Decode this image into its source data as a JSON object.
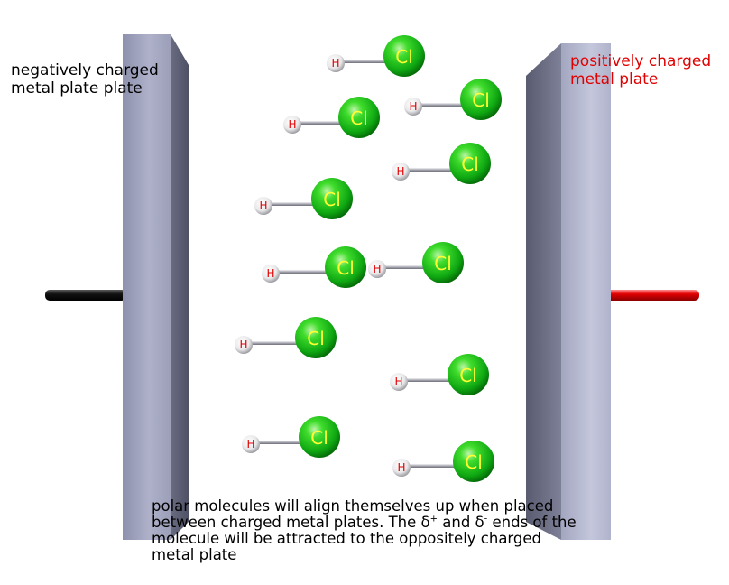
{
  "labels": {
    "negative_plate": [
      "negatively charged",
      "metal plate plate"
    ],
    "positive_plate": [
      "positively charged",
      "metal plate"
    ]
  },
  "caption": {
    "line1": "polar molecules will align themselves up when placed",
    "line2_a": "between charged metal plates.  The δ",
    "line2_sup1": "+",
    "line2_b": " and δ",
    "line2_sup2": "-",
    "line2_c": " ends of the",
    "line3": "molecule will be attracted to the oppositely charged",
    "line4": "metal plate"
  },
  "atoms": {
    "hydrogen": "H",
    "chlorine": "Cl"
  },
  "molecule_count": 11,
  "colors": {
    "negative_wire": "#111111",
    "positive_wire": "#e00000",
    "positive_label": "#e00000",
    "chlorine": "#1fc41f",
    "chlorine_text": "#ffff33",
    "hydrogen_text": "#e00000",
    "plate": "#9c9fb8"
  }
}
